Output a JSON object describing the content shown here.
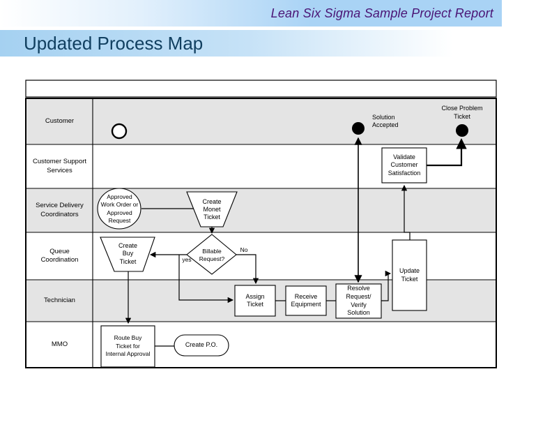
{
  "slide": {
    "report_title": "Lean Six Sigma Sample Project Report",
    "page_title": "Updated Process Map"
  },
  "colors": {
    "lane_gray": "#e4e4e4",
    "header_blue": "#a9d3f5",
    "report_title_color": "#4a1475",
    "page_title_color": "#113f60",
    "line_color": "#000000"
  },
  "lanes": {
    "customer": "Customer",
    "support": "Customer Support\nServices",
    "service_delivery": "Service Delivery\nCoordinators",
    "queue": "Queue\nCoordination",
    "technician": "Technician",
    "mmo": "MMO"
  },
  "nodes": {
    "solution_accepted": "Solution\nAccepted",
    "close_problem": "Close Problem\nTicket",
    "validate": "Validate\nCustomer\nSatisfaction",
    "approved_request": "Approved\nWork Order or\nApproved\nRequest",
    "create_monet": "Create\nMonet\nTicket",
    "create_buy": "Create\nBuy\nTicket",
    "billable": "Billable\nRequest?",
    "update": "Update\nTicket",
    "assign": "Assign\nTicket",
    "receive": "Receive\nEquipment",
    "resolve": "Resolve\nRequest/\nVerify\nSolution",
    "route_buy": "Route Buy\nTicket for\nInternal Approval",
    "create_po": "Create P.O."
  },
  "decision": {
    "yes": "yes",
    "no": "No"
  }
}
